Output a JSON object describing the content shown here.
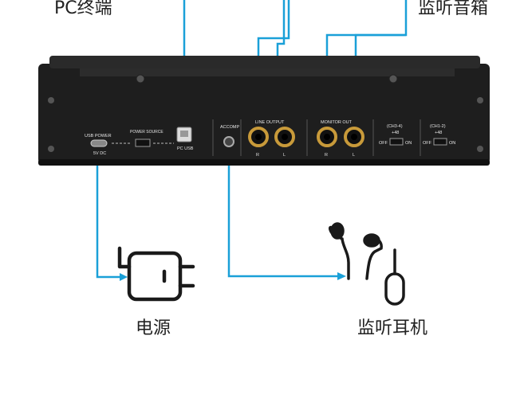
{
  "labels": {
    "pc_terminal": "PC终端",
    "monitor_speakers": "监听音箱",
    "power": "电源",
    "monitor_headphones": "监听耳机"
  },
  "panel": {
    "usb_power": "USB POWER",
    "dc_5v": "5V DC",
    "power_source": "POWER SOURCE",
    "pc_usb": "PC USB",
    "accomp": "ACCOMP",
    "line_output": "LINE OUTPUT",
    "monitor_out": "MONITOR OUT",
    "r": "R",
    "l": "L",
    "ch34": "(CH3-4)",
    "ch12": "(CH1-2)",
    "phantom": "+48",
    "off": "OFF",
    "on": "ON"
  },
  "colors": {
    "cable": "#1aa0d8",
    "device": "#1e1e1e",
    "jack": "#c89a3a",
    "icon": "#1a1a1a"
  },
  "icons": [
    "power-adapter-icon",
    "earphones-icon"
  ]
}
